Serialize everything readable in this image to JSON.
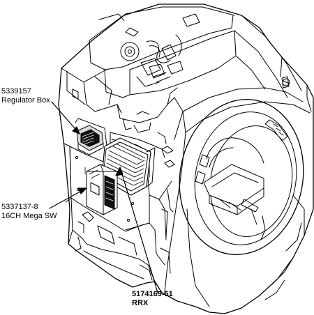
{
  "callouts": [
    {
      "part_number": "5339157",
      "name": "Regulator Box"
    },
    {
      "part_number": "5337137-8",
      "name": "16CH Mega SW"
    },
    {
      "part_number": "5174169-51",
      "name": "RRX"
    }
  ],
  "colors": {
    "ink": "#000000",
    "paper": "#ffffff",
    "shade": "#d9d9d9"
  }
}
